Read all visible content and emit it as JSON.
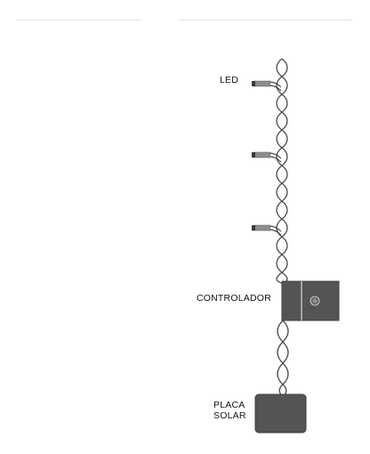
{
  "labels": {
    "led": "LED",
    "controller": "CONTROLADOR",
    "solar_line1": "PLACA",
    "solar_line2": "SOLAR"
  },
  "colors": {
    "wire": "#4a4a4a",
    "device_fill": "#545454",
    "device_stroke": "#3f3f3f",
    "led_body": "#8c8c8c",
    "led_tip": "#3a3a3a",
    "rule": "#e3e3e3"
  }
}
